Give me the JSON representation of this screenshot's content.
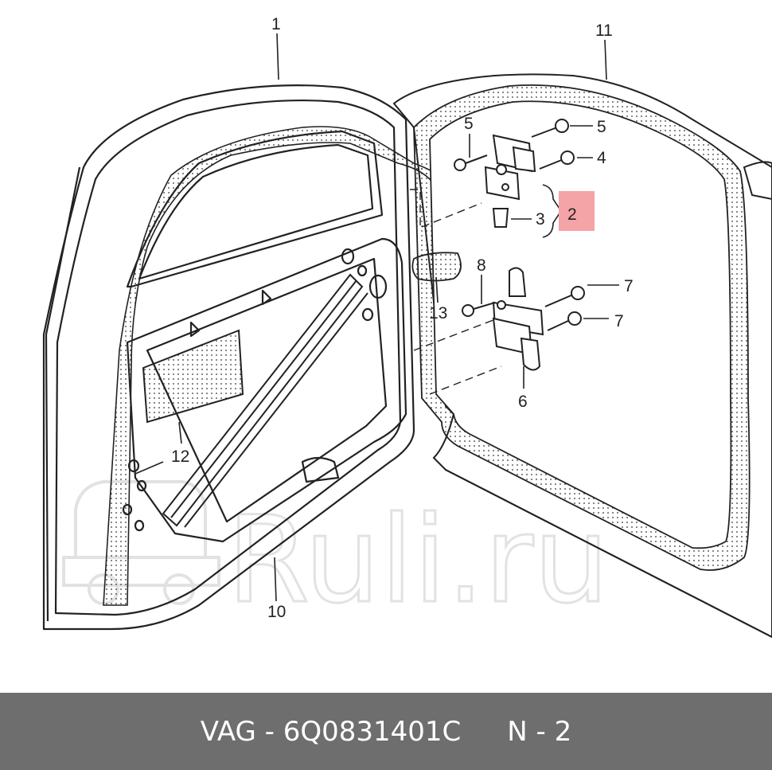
{
  "diagram": {
    "callouts": [
      "1",
      "2",
      "3",
      "4",
      "5",
      "5",
      "6",
      "7",
      "7",
      "8",
      "10",
      "11",
      "12",
      "13"
    ],
    "highlight_color": "#f4a3a6",
    "line_color": "#222222"
  },
  "watermark": {
    "text": "Ruli.ru",
    "icon": "car-outline-icon"
  },
  "footer": {
    "brand": "VAG",
    "part_number": "6Q0831401C",
    "position": "N - 2",
    "background": "#6e6e6e"
  }
}
